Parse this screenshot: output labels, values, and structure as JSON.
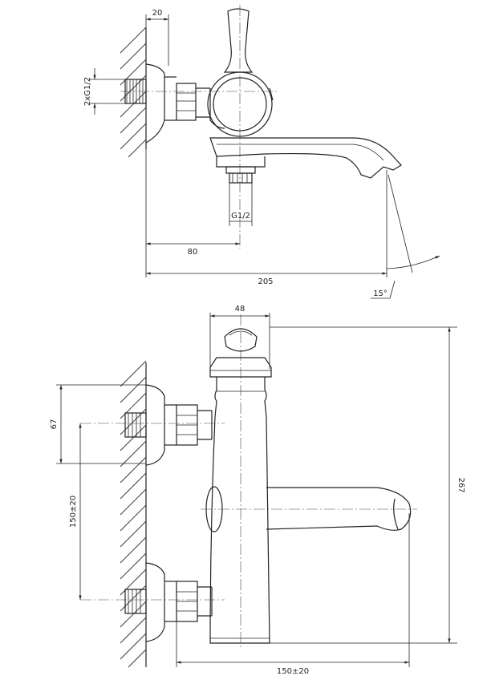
{
  "top_view": {
    "dim_20": "20",
    "dim_thread_wall": "2xG1/2",
    "dim_thread_bottom": "G1/2",
    "dim_80": "80",
    "dim_205": "205",
    "dim_angle": "15°"
  },
  "front_view": {
    "dim_48": "48",
    "dim_67": "67",
    "dim_150_left": "150±20",
    "dim_267": "267",
    "dim_150_bottom": "150±20"
  }
}
